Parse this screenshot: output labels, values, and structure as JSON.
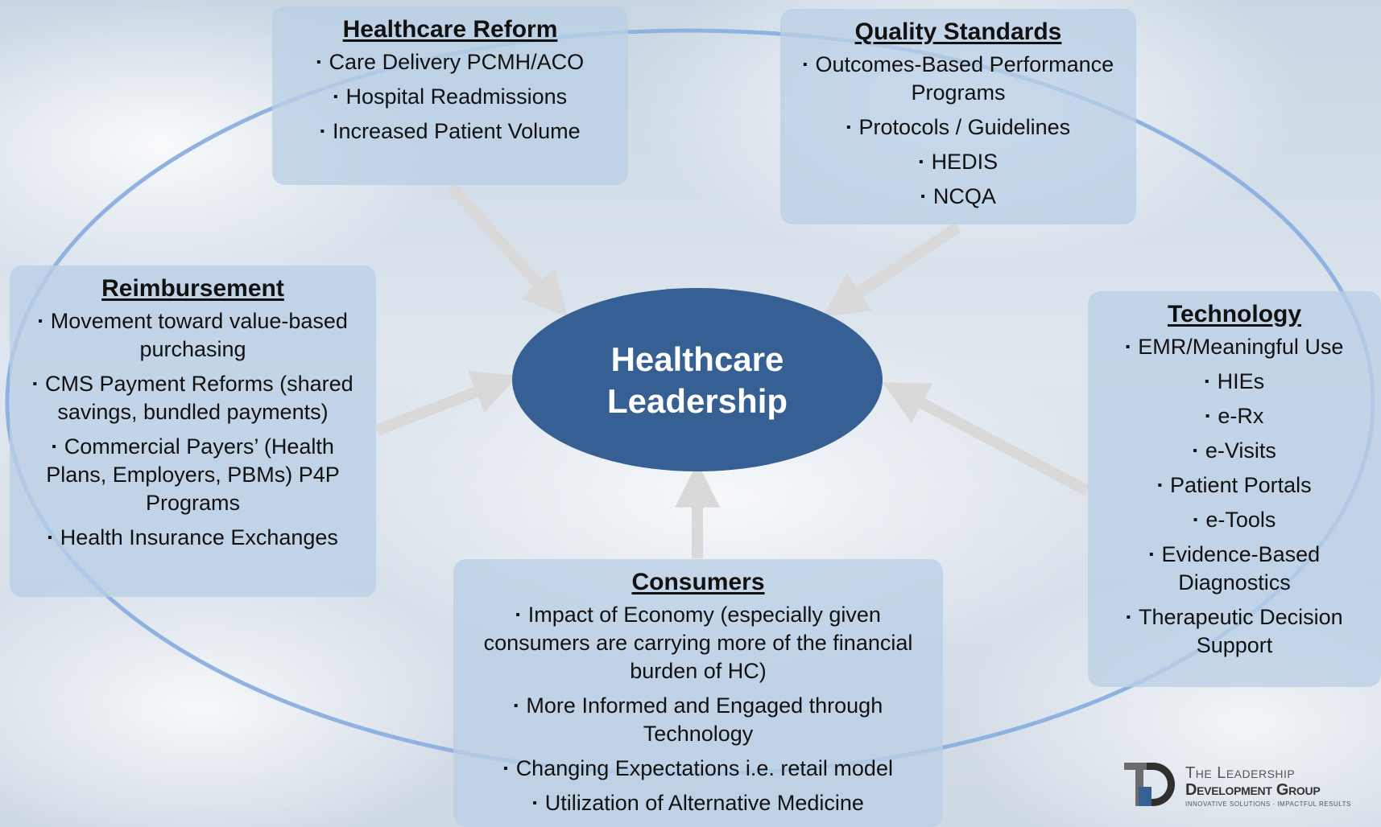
{
  "center": {
    "line1": "Healthcare",
    "line2": "Leadership"
  },
  "boxes": {
    "reform": {
      "title": "Healthcare Reform",
      "items": [
        "Care Delivery PCMH/ACO",
        "Hospital Readmissions",
        "Increased Patient Volume"
      ]
    },
    "quality": {
      "title": "Quality Standards",
      "items": [
        "Outcomes-Based Performance Programs",
        "Protocols / Guidelines",
        "HEDIS",
        "NCQA"
      ]
    },
    "reimbursement": {
      "title": "Reimbursement",
      "items": [
        "Movement toward value-based purchasing",
        "CMS Payment  Reforms (shared savings, bundled payments)",
        "Commercial Payers’ (Health Plans, Employers, PBMs) P4P Programs",
        "Health Insurance Exchanges"
      ]
    },
    "technology": {
      "title": "Technology",
      "items": [
        "EMR/Meaningful Use",
        "HIEs",
        "e-Rx",
        "e-Visits",
        "Patient Portals",
        "e-Tools",
        "Evidence-Based Diagnostics",
        "Therapeutic Decision Support"
      ]
    },
    "consumers": {
      "title": "Consumers",
      "items": [
        "Impact of Economy (especially given consumers are carrying more of the financial burden of HC)",
        "More Informed and Engaged through Technology",
        "Changing Expectations i.e. retail model",
        "Utilization of Alternative Medicine"
      ]
    }
  },
  "logo": {
    "line1": "The Leadership",
    "line2": "Development Group",
    "tagline": "INNOVATIVE SOLUTIONS · IMPACTFUL RESULTS"
  },
  "colors": {
    "center_fill": "#365f93",
    "outer_ring": "#8fb2e0",
    "box_fill": "#bacfe6",
    "arrow": "#d9d9d9"
  },
  "bullet_glyph": "▪"
}
